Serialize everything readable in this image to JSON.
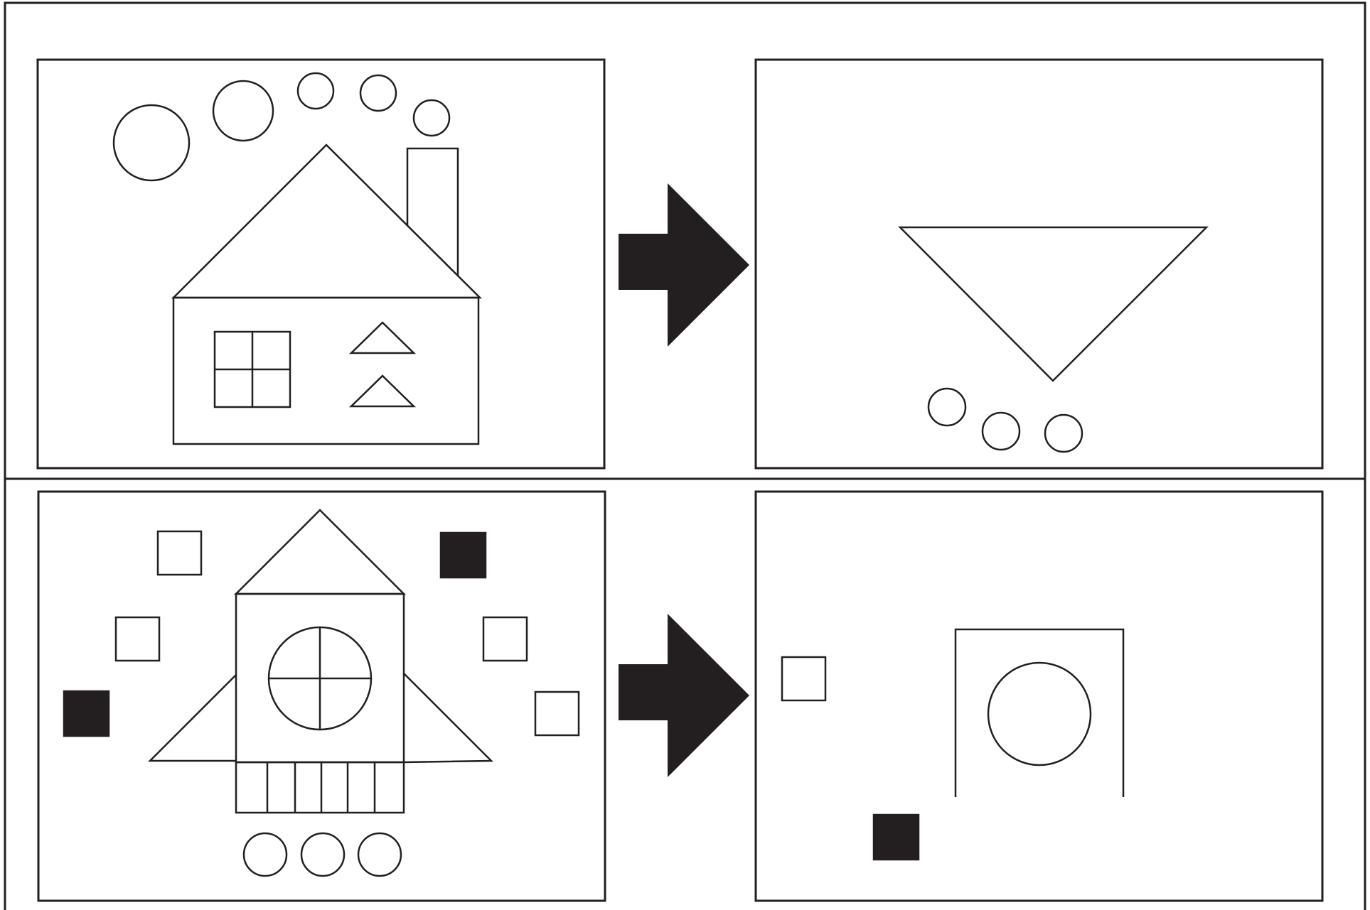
{
  "figure": {
    "rows": [
      {
        "id": "row-1",
        "left_panel": "house-drawing",
        "arrow": "right-arrow",
        "right_panel": "triangle-and-circles"
      },
      {
        "id": "row-2",
        "left_panel": "rocket-drawing",
        "arrow": "right-arrow",
        "right_panel": "arch-circle-squares"
      }
    ],
    "colors": {
      "stroke": "#231f20",
      "fill_dark": "#231f20",
      "background": "#ffffff"
    }
  }
}
